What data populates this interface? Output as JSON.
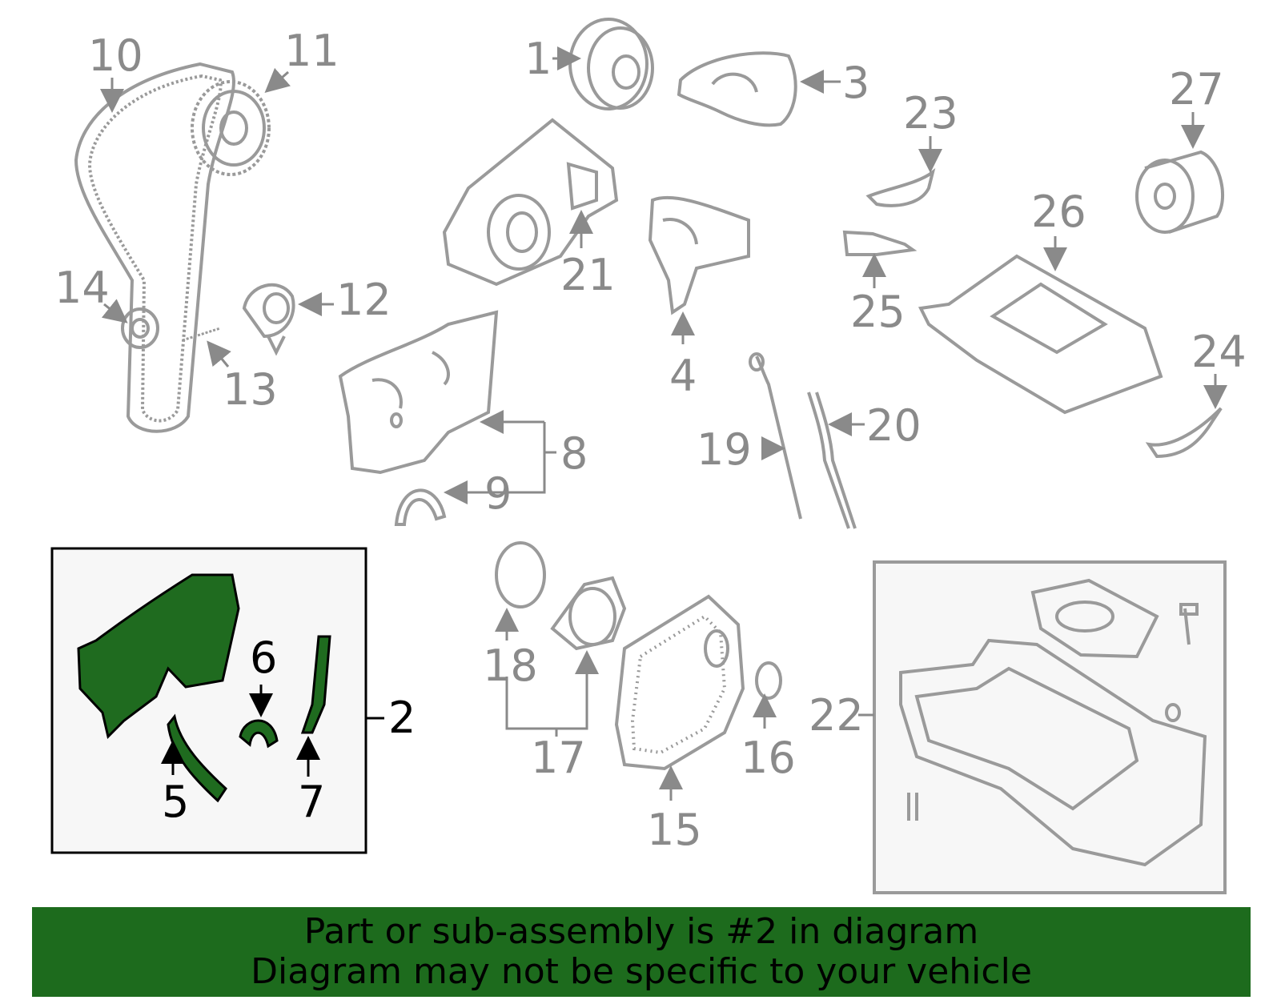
{
  "callouts": {
    "n1": "1",
    "n2": "2",
    "n3": "3",
    "n4": "4",
    "n5": "5",
    "n6": "6",
    "n7": "7",
    "n8": "8",
    "n9": "9",
    "n10": "10",
    "n11": "11",
    "n12": "12",
    "n13": "13",
    "n14": "14",
    "n15": "15",
    "n16": "16",
    "n17": "17",
    "n18": "18",
    "n19": "19",
    "n20": "20",
    "n21": "21",
    "n22": "22",
    "n23": "23",
    "n24": "24",
    "n25": "25",
    "n26": "26",
    "n27": "27"
  },
  "banner": {
    "line1": "Part or sub-assembly is #2 in diagram",
    "line2": "Diagram may not be specific to your vehicle"
  },
  "colors": {
    "highlight_part": "#1f6b1f",
    "banner_bg": "#1d6b1d",
    "line_art": "#9a9a9a",
    "box_fill": "#f7f7f7"
  }
}
